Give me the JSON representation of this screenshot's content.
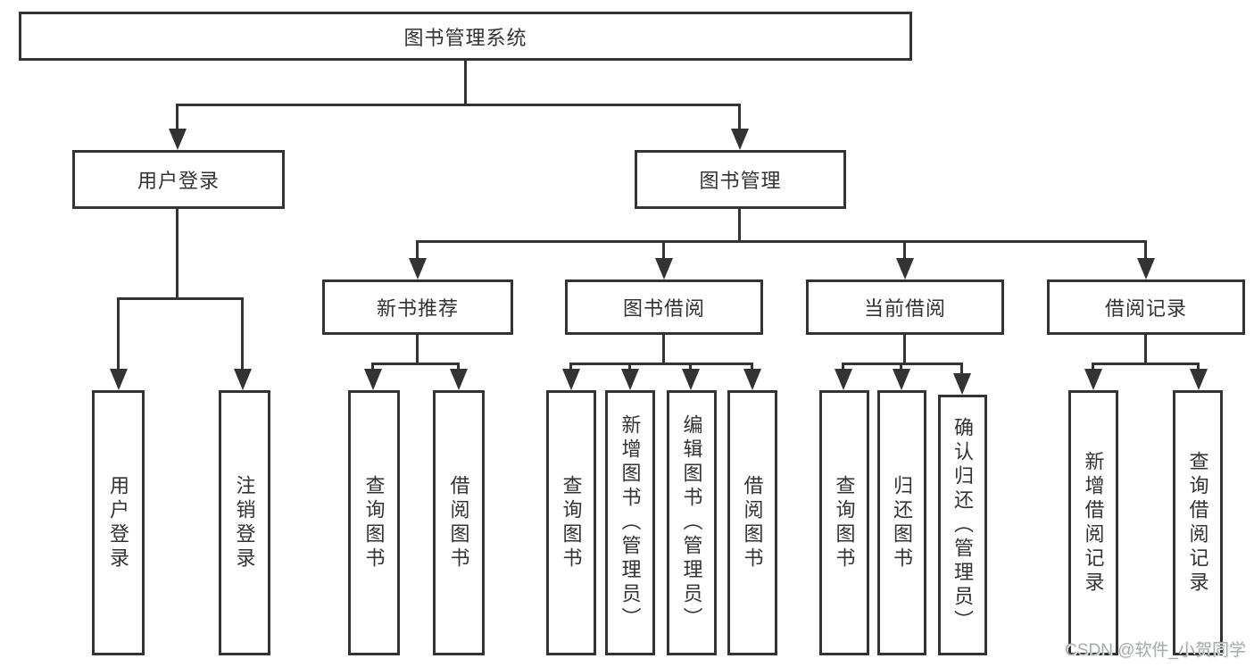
{
  "title": "图书管理系统",
  "branches": {
    "user_login": {
      "label": "用户登录",
      "children": [
        "用户登录",
        "注销登录"
      ]
    },
    "book_management": {
      "label": "图书管理",
      "sections": {
        "new_book": {
          "label": "新书推荐",
          "children": [
            "查询图书",
            "借阅图书"
          ]
        },
        "book_borrow": {
          "label": "图书借阅",
          "children": [
            "查询图书",
            "新增图书（管理员）",
            "编辑图书（管理员）",
            "借阅图书"
          ]
        },
        "current_borrow": {
          "label": "当前借阅",
          "children": [
            "查询图书",
            "归还图书",
            "确认归还（管理员）"
          ]
        },
        "borrow_record": {
          "label": "借阅记录",
          "children": [
            "新增借阅记录",
            "查询借阅记录"
          ]
        }
      }
    }
  },
  "watermark": "CSDN @软件_小贺同学",
  "colors": {
    "line": "#333333",
    "background": "#ffffff",
    "watermark": "#a9adb2"
  }
}
